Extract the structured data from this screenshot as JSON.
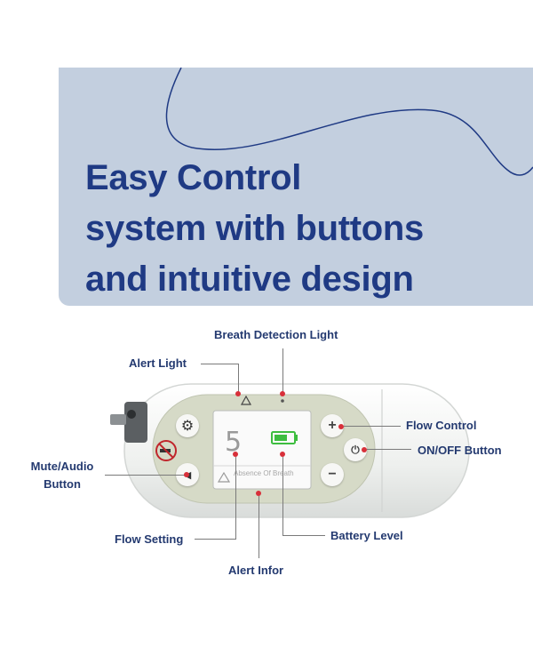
{
  "headline": {
    "line1": "Easy Control",
    "line2": "system with buttons",
    "line3": "and intuitive design"
  },
  "labels": {
    "breath_detection_light": "Breath Detection Light",
    "alert_light": "Alert Light",
    "flow_control": "Flow Control",
    "on_off_button": "ON/OFF Button",
    "mute_audio_line1": "Mute/Audio",
    "mute_audio_line2": "Button",
    "flow_setting": "Flow Setting",
    "battery_level": "Battery Level",
    "alert_infor": "Alert Infor"
  },
  "screen": {
    "flow_value": "5",
    "message": "Absence Of Breath"
  },
  "colors": {
    "banner": "#c3cfdf",
    "headline": "#1f3a84",
    "label": "#243a70",
    "marker": "#d8303a",
    "battery": "#3dbd3f",
    "panel": "#d6dac7"
  },
  "icons": [
    "gear-icon",
    "no-smoking-icon",
    "speaker-icon",
    "plus-icon",
    "power-icon",
    "minus-icon",
    "warning-icon",
    "battery-icon"
  ]
}
